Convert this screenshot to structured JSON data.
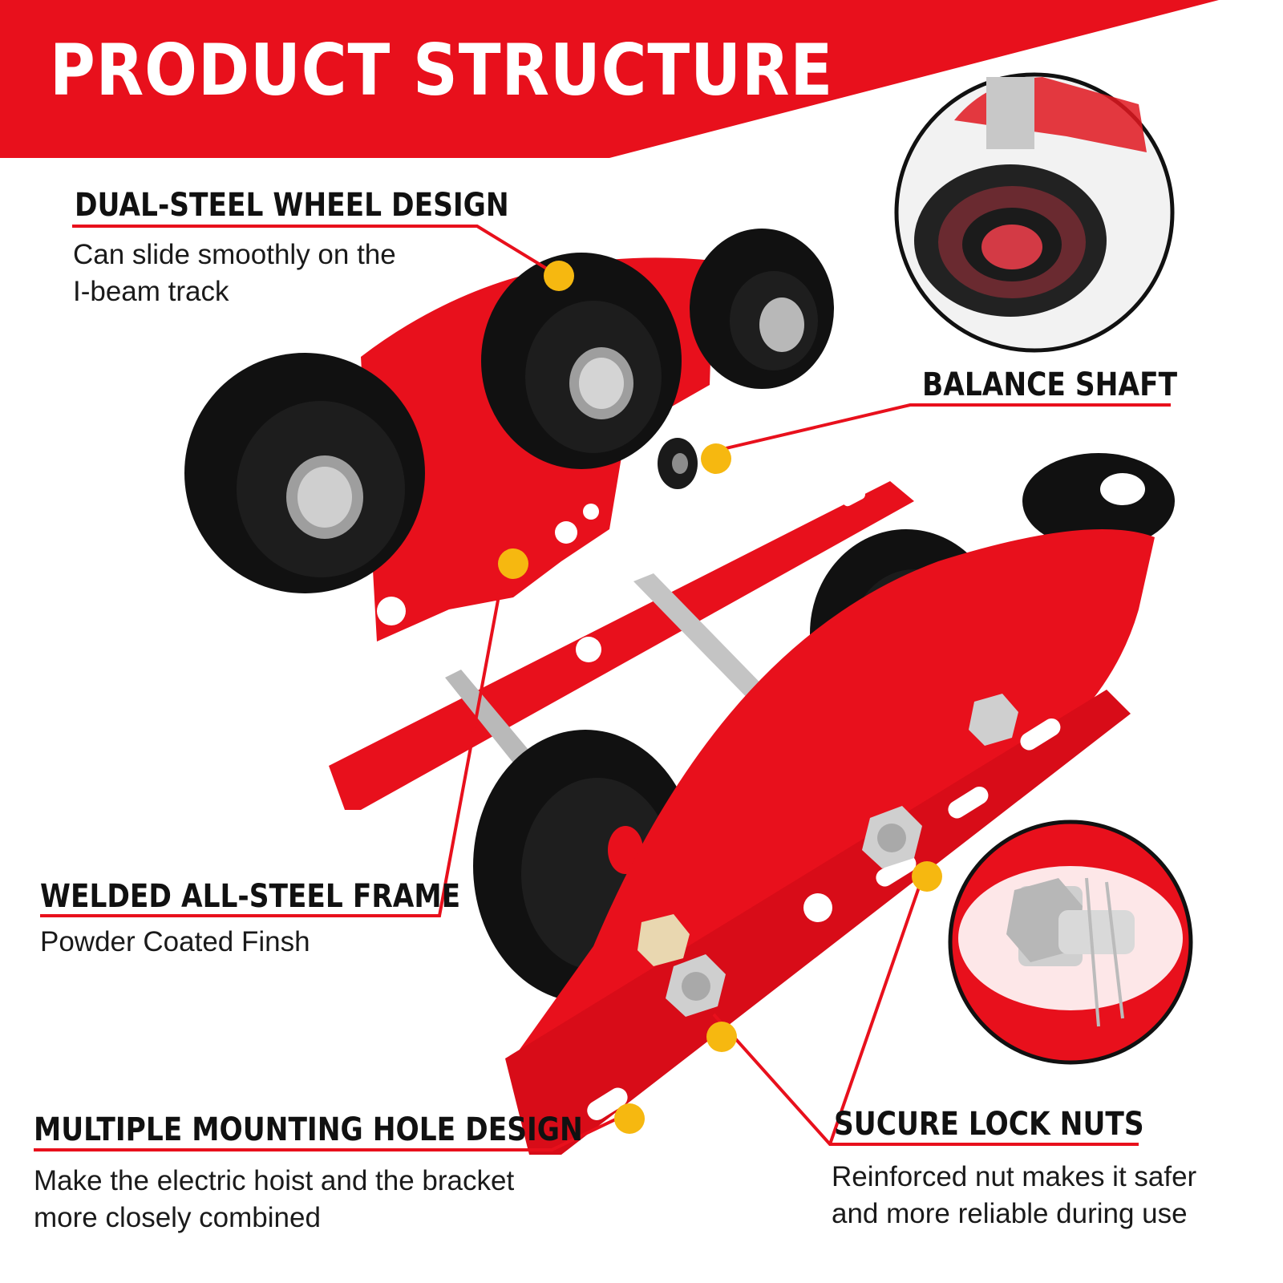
{
  "header": {
    "title": "PRODUCT STRUCTURE"
  },
  "colors": {
    "brand_red": "#e8101c",
    "dot_yellow": "#f6b810",
    "text_dark": "#111111"
  },
  "callouts": {
    "dual_wheel": {
      "title": "DUAL-STEEL WHEEL DESIGN",
      "lines": [
        "Can slide smoothly on the",
        "I-beam track"
      ]
    },
    "balance_shaft": {
      "title": "BALANCE SHAFT"
    },
    "welded_frame": {
      "title": "WELDED ALL-STEEL FRAME",
      "lines": [
        "Powder Coated Finsh"
      ]
    },
    "mounting_holes": {
      "title": "MULTIPLE MOUNTING HOLE DESIGN",
      "lines": [
        "Make the electric hoist and the bracket",
        "more closely combined"
      ]
    },
    "lock_nuts": {
      "title": "SUCURE LOCK NUTS",
      "lines": [
        "Reinforced nut makes it safer",
        "and more reliable during use"
      ]
    }
  }
}
